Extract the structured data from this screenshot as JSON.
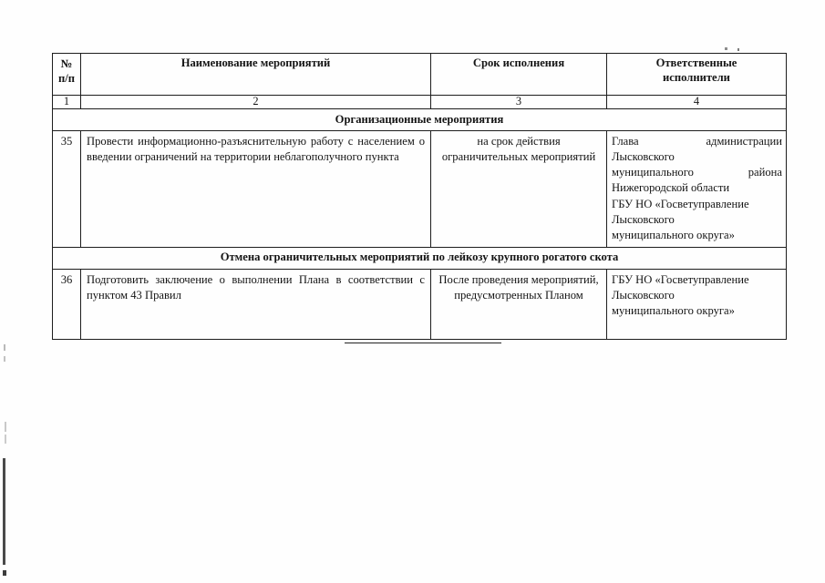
{
  "document": {
    "language": "ru",
    "type": "scanned-table-page"
  },
  "table": {
    "headers": {
      "number": "№\nп/п",
      "number_line1": "№",
      "number_line2": "п/п",
      "name": "Наименование мероприятий",
      "term": "Срок исполнения",
      "responsible_line1": "Ответственные",
      "responsible_line2": "исполнители"
    },
    "column_numbers": {
      "number": "1",
      "name": "2",
      "term": "3",
      "responsible": "4"
    },
    "sections": [
      {
        "title": "Организационные мероприятия",
        "rows": [
          {
            "number": "35",
            "name": "Провести информационно-разъяснительную работу с населением о введении ограничений на территории неблагополучного пункта",
            "term": "на срок действия ограничительных мероприятий",
            "responsible_lines": [
              "Глава администрации",
              "Лысковского",
              "муниципального района",
              "Нижегородской области",
              "ГБУ НО «Госветуправление",
              "Лысковского",
              "муниципального округа»"
            ]
          }
        ]
      },
      {
        "title": "Отмена ограничительных мероприятий по лейкозу крупного рогатого скота",
        "rows": [
          {
            "number": "36",
            "name": "Подготовить заключение о выполнении Плана в соответствии с пунктом 43 Правил",
            "term": "После проведения мероприятий, предусмотренных Планом",
            "responsible_lines": [
              "ГБУ НО «Госветуправление",
              "Лысковского",
              "муниципального округа»"
            ]
          }
        ]
      }
    ]
  },
  "colors": {
    "ink": "#141414",
    "rule": "#1d1d1d",
    "paper": "#fefefe"
  }
}
